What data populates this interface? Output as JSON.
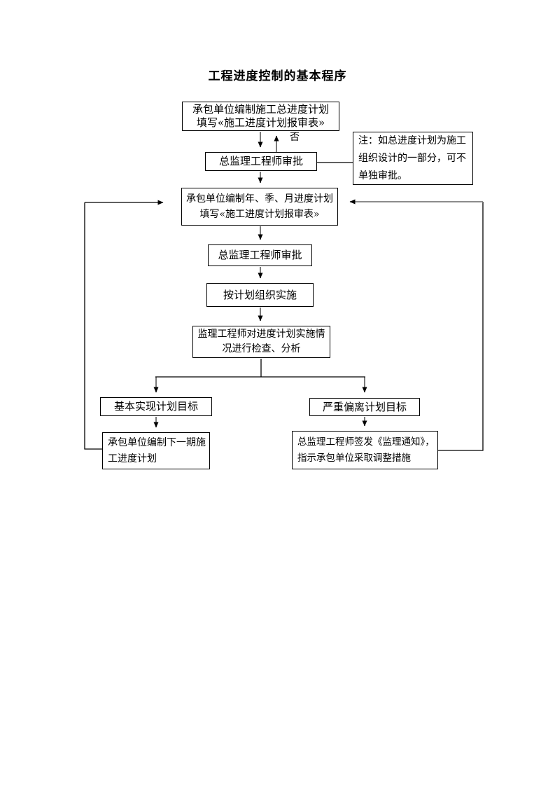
{
  "title": "工程进度控制的基本程序",
  "no_label": "否",
  "nodes": {
    "master_plan": "承包单位编制施工总进度计划\n填写«施工进度计划报审表»",
    "approval1": "总监理工程师审批",
    "note": "注：如总进度计划为施工\n组织设计的一部分，可不\n单独审批。",
    "periodic_plan": "承包单位编制年、季、月进度计划\n填写«施工进度计划报审表»",
    "approval2": "总监理工程师审批",
    "implement": "按计划组织实施",
    "check": "监理工程师对进度计划实施情\n况进行检查、分析",
    "achieved": "基本实现计划目标",
    "deviated": "严重偏离计划目标",
    "next_plan": "承包单位编制下一期施\n工进度计划",
    "notice": "总监理工程师签发《监理通知》，\n指示承包单位采取调整措施"
  },
  "colors": {
    "line": "#000000",
    "arrow_shaft": "#7a7a7a",
    "background": "#ffffff"
  }
}
